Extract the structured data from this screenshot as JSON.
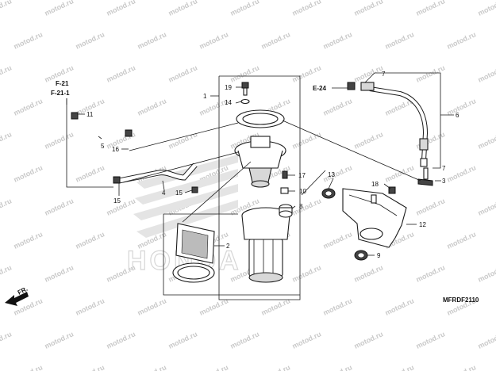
{
  "refs": {
    "f21": "F-21",
    "f211": "F-21-1",
    "e24": "E-24"
  },
  "callouts": {
    "p1": "1",
    "p2": "2",
    "p3": "3",
    "p4": "4",
    "p5": "5",
    "p6": "6",
    "p7a": "7",
    "p7b": "7",
    "p8": "8",
    "p9": "9",
    "p10": "10",
    "p11": "11",
    "p12": "12",
    "p13": "13",
    "p14": "14",
    "p15a": "15",
    "p15b": "15",
    "p16": "16",
    "p17": "17",
    "p18": "18",
    "p19": "19"
  },
  "front_label": "FR.",
  "diagram_code": "MFRDF2110",
  "watermark": "motod.ru",
  "brand_watermark": "HONDA",
  "colors": {
    "ink": "#1a1a1a",
    "watermark": "#c9c9c9",
    "brand_wing": "#e2e2e2"
  }
}
